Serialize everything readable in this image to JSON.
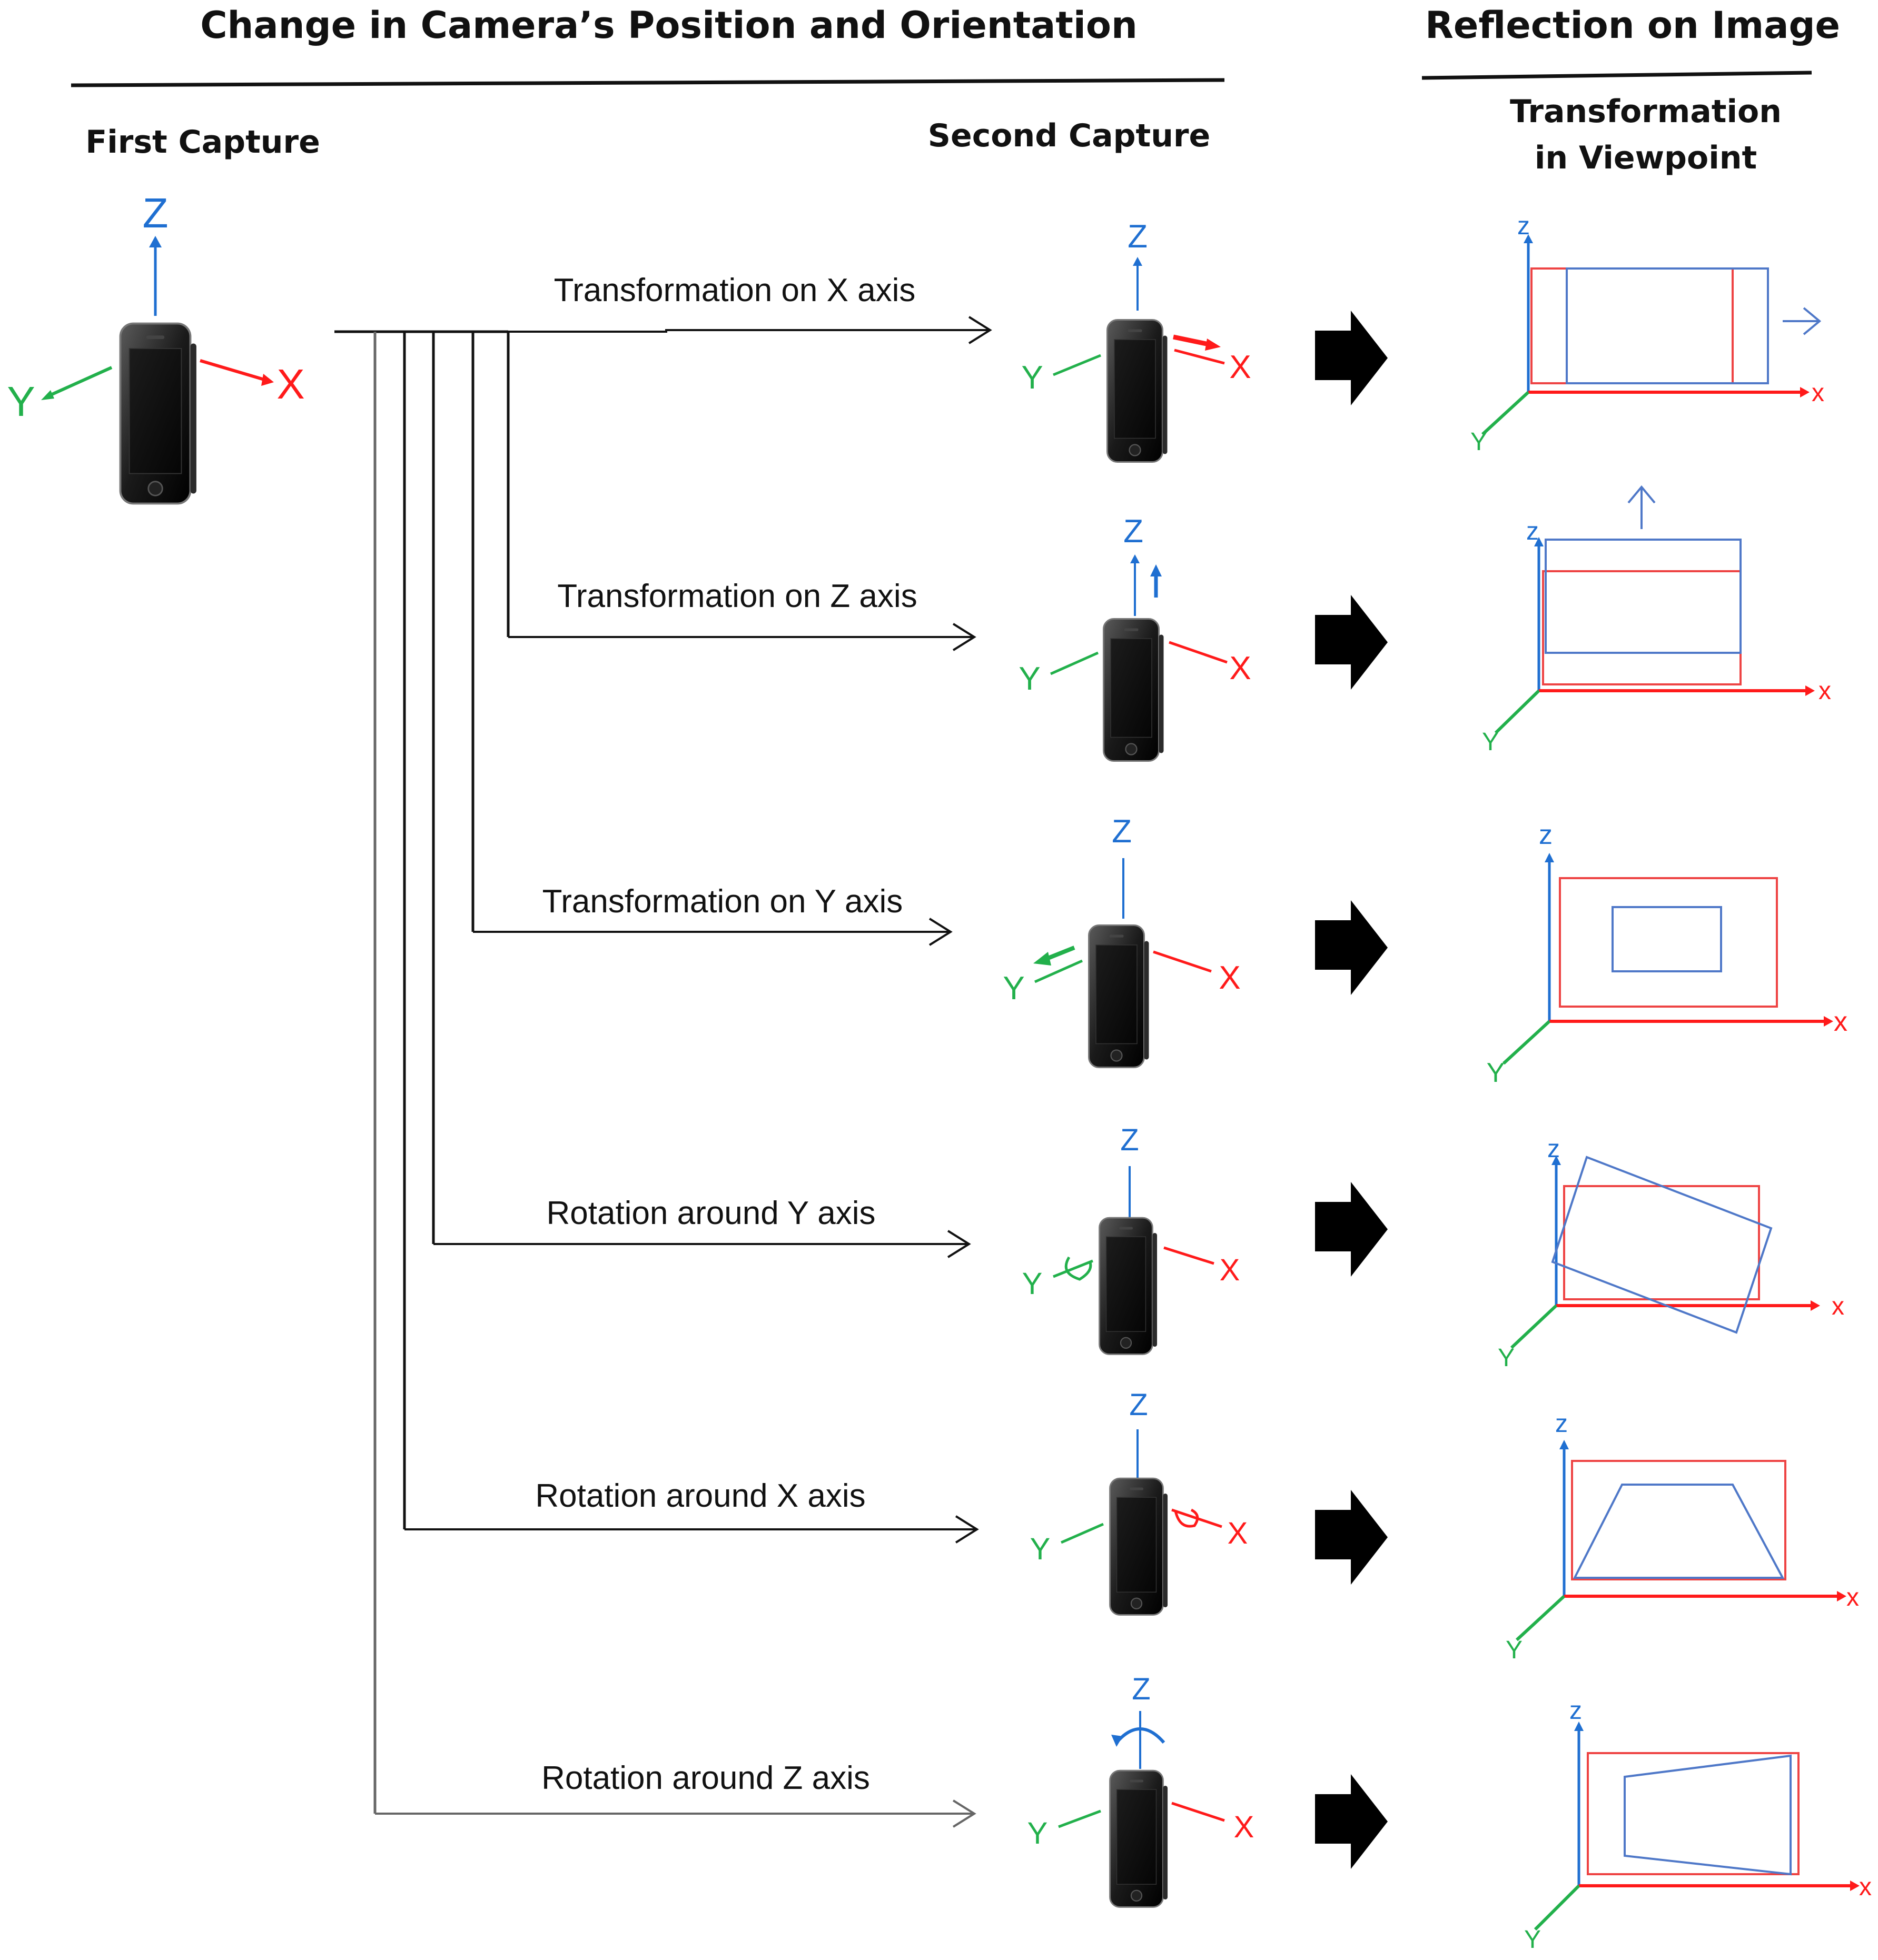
{
  "headers": {
    "left": "Change in Camera’s Position and Orientation",
    "right": "Reflection on Image",
    "first_capture": "First Capture",
    "second_capture": "Second Capture",
    "viewpoint_line1": "Transformation",
    "viewpoint_line2": "in Viewpoint"
  },
  "axis_names": {
    "x": "X",
    "y": "Y",
    "z": "Z"
  },
  "axis_names_small": {
    "x": "x",
    "y": "Y",
    "z": "z"
  },
  "rows": [
    {
      "label": "Transformation on X axis"
    },
    {
      "label": "Transformation on Z axis"
    },
    {
      "label": "Transformation on Y axis"
    },
    {
      "label": "Rotation around Y axis"
    },
    {
      "label": "Rotation around  X axis"
    },
    {
      "label": "Rotation around Z axis"
    }
  ],
  "colors": {
    "x_axis": "#ff1a1a",
    "y_axis": "#22b04b",
    "z_axis": "#1f6fd1",
    "original_frame": "#ee4444",
    "transformed_frame": "#4f78c8",
    "ink": "#111111"
  }
}
